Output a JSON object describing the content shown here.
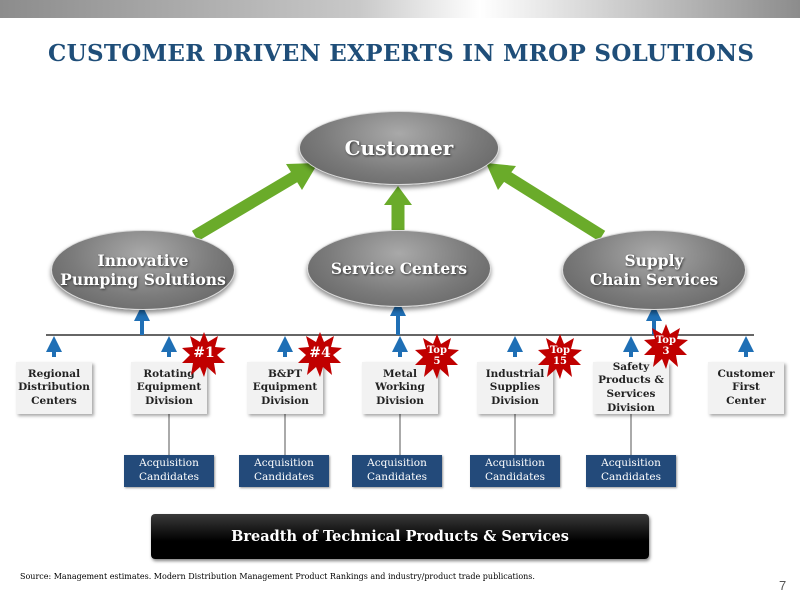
{
  "title": "CUSTOMER DRIVEN EXPERTS IN MROP SOLUTIONS",
  "colors": {
    "title": "#1f4e79",
    "green_arrow": "#6aab2a",
    "blue_arrow": "#1f6fb5",
    "star": "#c00000",
    "acquisition": "#234a7a"
  },
  "ovals": {
    "customer": "Customer",
    "pumping": "Innovative\nPumping Solutions",
    "service": "Service Centers",
    "supply": "Supply\nChain Services"
  },
  "divisions": [
    {
      "label": "Regional\nDistribution\nCenters"
    },
    {
      "label": "Rotating\nEquipment\nDivision"
    },
    {
      "label": "B&PT\nEquipment\nDivision"
    },
    {
      "label": "Metal\nWorking\nDivision"
    },
    {
      "label": "Industrial\nSupplies\nDivision"
    },
    {
      "label": "Safety\nProducts &\nServices\nDivision"
    },
    {
      "label": "Customer\nFirst\nCenter"
    }
  ],
  "badges": [
    "#1",
    "#4",
    "Top\n5",
    "Top\n15",
    "Top\n3"
  ],
  "acquisitions": [
    "Acquisition\nCandidates",
    "Acquisition\nCandidates",
    "Acquisition\nCandidates",
    "Acquisition\nCandidates",
    "Acquisition\nCandidates"
  ],
  "bottom_bar": "Breadth of Technical Products & Services",
  "source": "Source: Management estimates.  Modern Distribution Management Product Rankings and industry/product trade publications.",
  "page_number": "7"
}
